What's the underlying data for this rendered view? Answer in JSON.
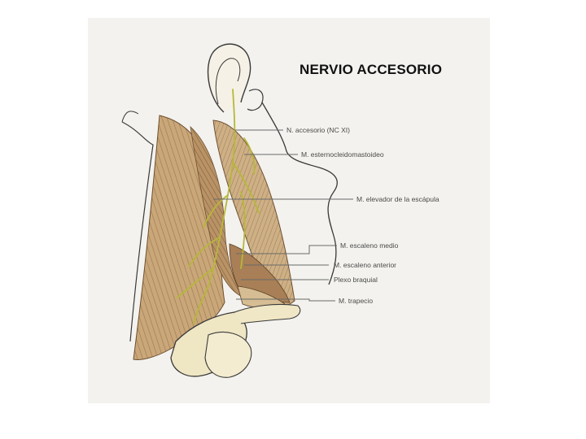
{
  "title": "NERVIO ACCESORIO",
  "labels": {
    "accesorio": "N. accesorio (NC XI)",
    "esternocleidomastoideo": "M. esternocleidomastoideo",
    "elevador": "M. elevador de la escápula",
    "escaleno_medio": "M. escaleno medio",
    "escaleno_anterior": "M. escaleno anterior",
    "plexo": "Plexo braquial",
    "trapecio": "M. trapecio"
  },
  "colors": {
    "background": "#f3f2ee",
    "muscle": "#c9a779",
    "muscle_dark": "#8f6a45",
    "nerve": "#b5b838",
    "bone": "#efe6c4",
    "outline": "#3a3a3a",
    "leader": "#6a6a6a"
  }
}
